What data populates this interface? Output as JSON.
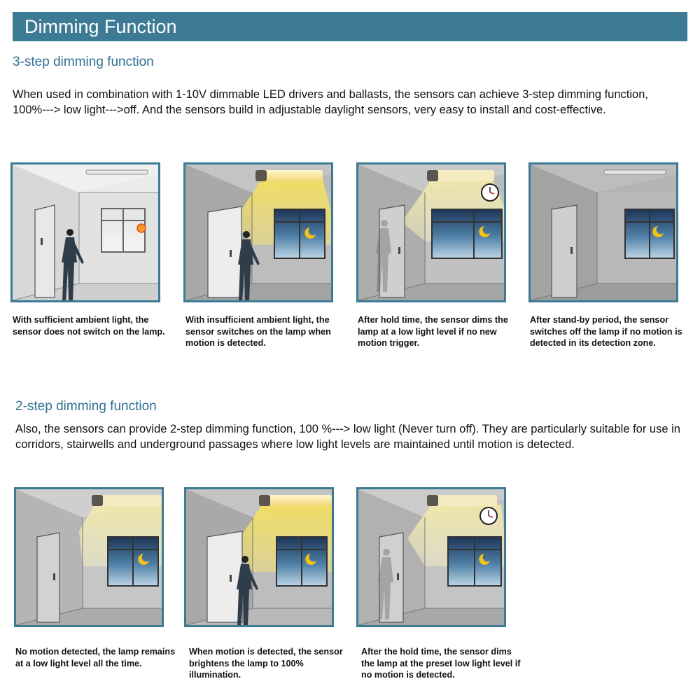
{
  "banner": {
    "title": "Dimming Function"
  },
  "three_step": {
    "title": "3-step dimming function",
    "description": "When used in combination with 1-10V dimmable LED drivers and ballasts, the sensors can achieve 3-step dimming function, 100%---> low light--->off. And the sensors build in adjustable daylight sensors, very easy to install and cost-effective.",
    "panels": [
      {
        "caption": "With sufficient ambient light, the sensor does not switch on the lamp."
      },
      {
        "caption": "With insufficient ambient light, the sensor switches on the lamp when motion is detected."
      },
      {
        "caption": "After hold time, the sensor dims the lamp at a low light level if no new motion trigger."
      },
      {
        "caption": "After stand-by period, the sensor switches off the lamp if no motion is detected in its detection zone."
      }
    ]
  },
  "two_step": {
    "title": "2-step dimming function",
    "description": "Also, the sensors can provide 2-step dimming function, 100 %---> low light (Never turn off). They are particularly suitable for use in corridors, stairwells and underground passages where low light levels are maintained until motion is detected.",
    "panels": [
      {
        "caption": "No motion detected, the lamp remains at a low light level all the time."
      },
      {
        "caption": "When motion is detected, the sensor brightens the lamp to 100% illumination."
      },
      {
        "caption": "After the hold time, the sensor dims the lamp at the preset low light level if no motion is detected."
      }
    ]
  },
  "colors": {
    "accent": "#3d7a94",
    "title": "#2f7090",
    "light_beam": "#f3e27a"
  }
}
